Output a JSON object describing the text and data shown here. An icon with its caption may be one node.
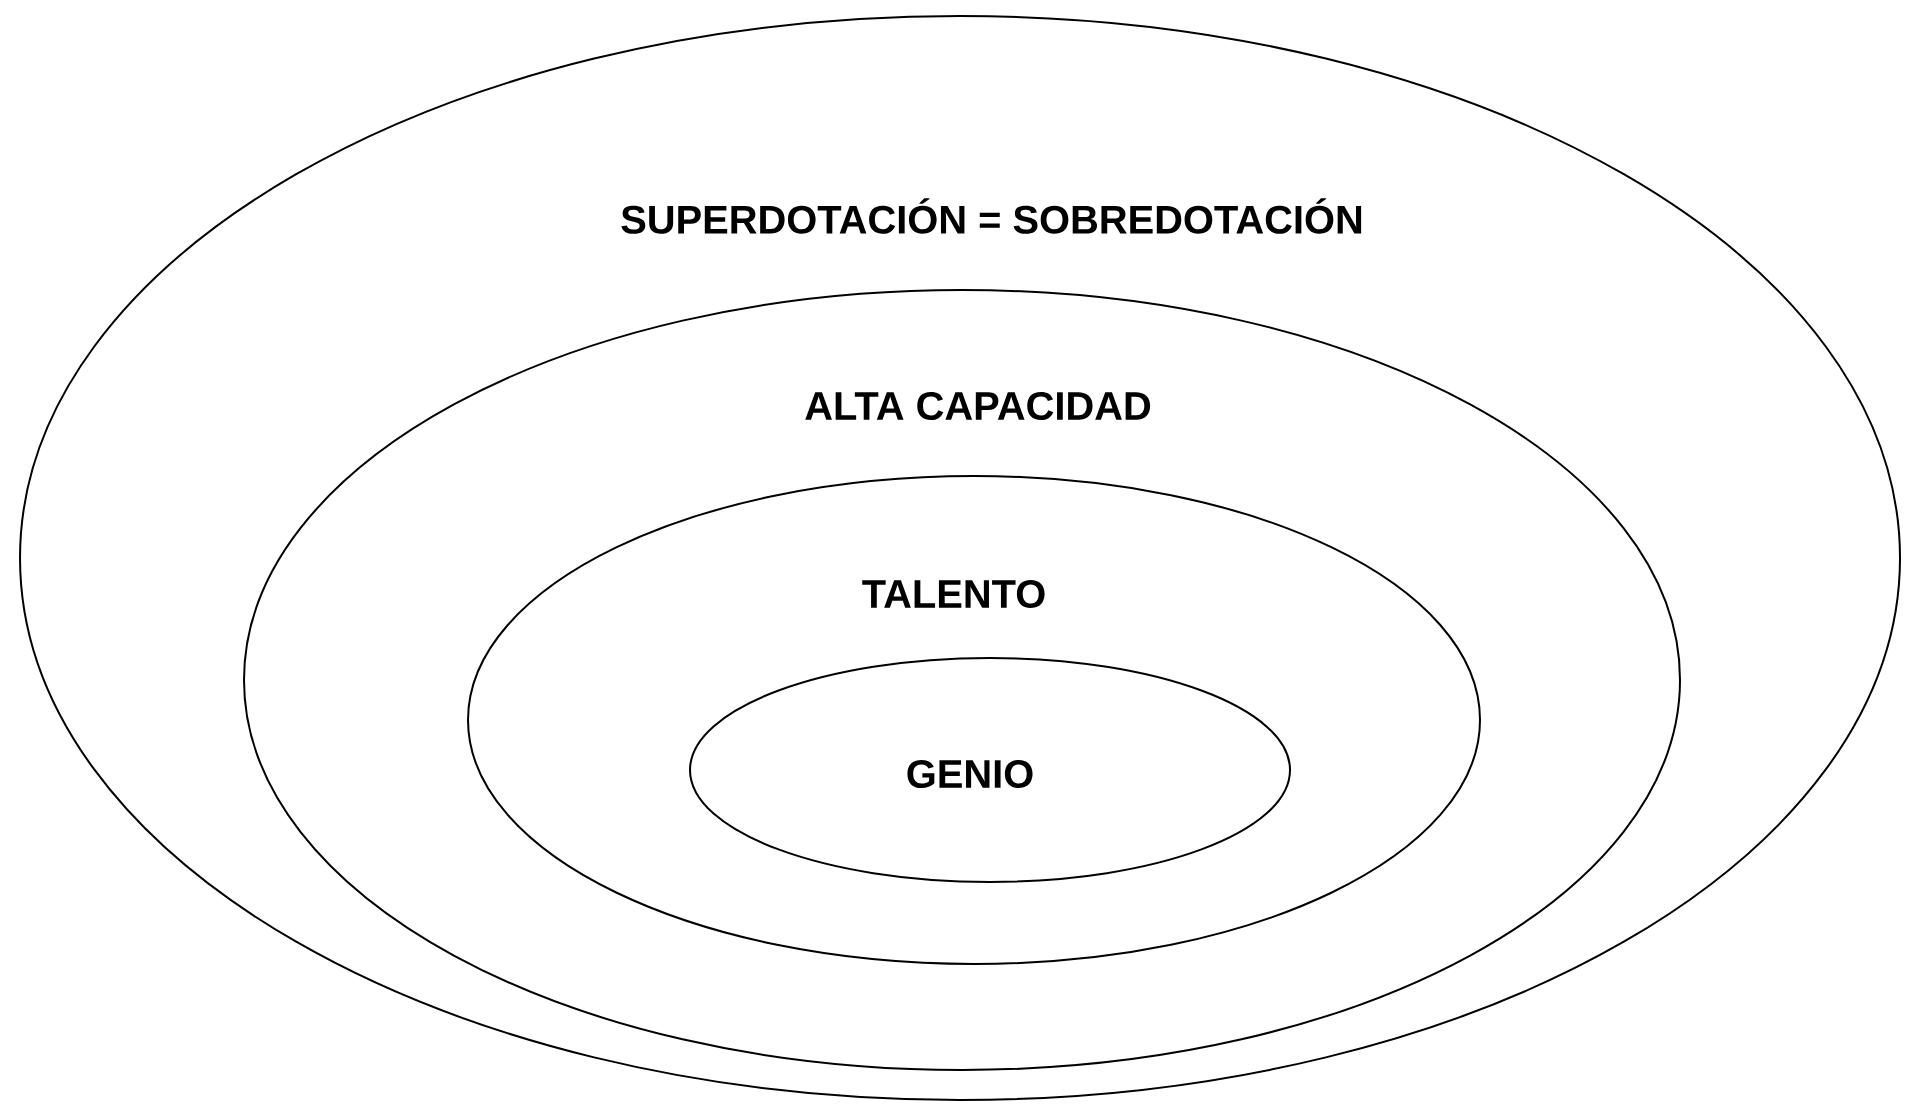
{
  "diagram": {
    "nodes": [
      {
        "text": [
          "SUPERDOTACIÓN = SOBREDOTACIÓN"
        ]
      },
      {
        "text": [
          "ALTA CAPACIDAD"
        ],
        "in": 0
      },
      {
        "text": [
          "TALENTO"
        ],
        "in": 1
      },
      {
        "text": [
          "GENIO"
        ],
        "in": 2
      }
    ]
  }
}
